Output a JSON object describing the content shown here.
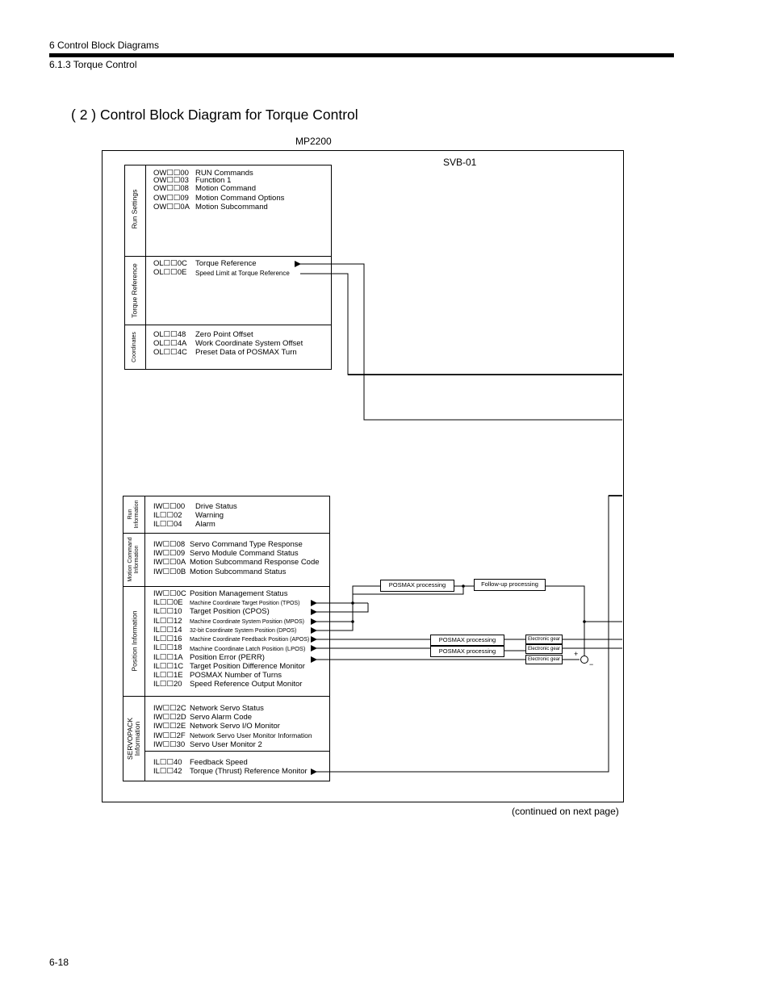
{
  "header": {
    "chapter": "6 Control Block Diagrams",
    "section": "6.1.3 Torque Control"
  },
  "title": "( 2 )   Control Block Diagram for Torque Control",
  "diagram": {
    "mp_label": "MP2200",
    "svb_label": "SVB-01",
    "output_groups": [
      {
        "label": "Run Settings",
        "rows": [
          {
            "reg": "OW☐☐00",
            "desc": "RUN Commands"
          },
          {
            "reg": "OW☐☐03",
            "desc": "Function 1"
          },
          {
            "reg": "OW☐☐08",
            "desc": "Motion Command"
          },
          {
            "reg": "OW☐☐09",
            "desc": "Motion Command Options"
          },
          {
            "reg": "OW☐☐0A",
            "desc": "Motion Subcommand"
          }
        ]
      },
      {
        "label": "Torque Reference",
        "rows": [
          {
            "reg": "OL☐☐0C",
            "desc": "Torque Reference"
          },
          {
            "reg": "OL☐☐0E",
            "desc": "Speed Limit at Torque Reference"
          }
        ]
      },
      {
        "label": "Coordinates",
        "rows": [
          {
            "reg": "OL☐☐48",
            "desc": "Zero Point Offset"
          },
          {
            "reg": "OL☐☐4A",
            "desc": "Work Coordinate System Offset"
          },
          {
            "reg": "OL☐☐4C",
            "desc": "Preset Data of POSMAX Turn"
          }
        ]
      }
    ],
    "input_groups": [
      {
        "label": "Run Information",
        "rows": [
          {
            "reg": "IW☐☐00",
            "desc": "Drive Status"
          },
          {
            "reg": "IL☐☐02",
            "desc": "Warning"
          },
          {
            "reg": "IL☐☐04",
            "desc": "Alarm"
          }
        ]
      },
      {
        "label": "Motion Command Information",
        "rows": [
          {
            "reg": "IW☐☐08",
            "desc": "Servo Command Type Response"
          },
          {
            "reg": "IW☐☐09",
            "desc": "Servo Module Command Status"
          },
          {
            "reg": "IW☐☐0A",
            "desc": "Motion Subcommand Response Code"
          },
          {
            "reg": "IW☐☐0B",
            "desc": "Motion Subcommand Status"
          }
        ]
      },
      {
        "label": "Position Information",
        "rows": [
          {
            "reg": "IW☐☐0C",
            "desc": "Position Management Status"
          },
          {
            "reg": "IL☐☐0E",
            "desc": "Machine Coordinate Target Position (TPOS)"
          },
          {
            "reg": "IL☐☐10",
            "desc": "Target Position (CPOS)"
          },
          {
            "reg": "IL☐☐12",
            "desc": "Machine Coordinate System Position (MPOS)"
          },
          {
            "reg": "IL☐☐14",
            "desc": "32-bit Coordinate System Position (DPOS)"
          },
          {
            "reg": "IL☐☐16",
            "desc": "Machine Coordinate Feedback Position (APOS)"
          },
          {
            "reg": "IL☐☐18",
            "desc": "Machine Coordinate Latch Position (LPOS)"
          },
          {
            "reg": "IL☐☐1A",
            "desc": "Position Error (PERR)"
          },
          {
            "reg": "IL☐☐1C",
            "desc": "Target Position Difference Monitor"
          },
          {
            "reg": "IL☐☐1E",
            "desc": "POSMAX Number of Turns"
          },
          {
            "reg": "IL☐☐20",
            "desc": "Speed Reference Output Monitor"
          }
        ]
      },
      {
        "label": "SERVOPACK Information",
        "rows": [
          {
            "reg": "IW☐☐2C",
            "desc": "Network Servo Status"
          },
          {
            "reg": "IW☐☐2D",
            "desc": "Servo Alarm Code"
          },
          {
            "reg": "IW☐☐2E",
            "desc": "Network Servo I/O Monitor"
          },
          {
            "reg": "IW☐☐2F",
            "desc": "Network Servo User Monitor Information"
          },
          {
            "reg": "IW☐☐30",
            "desc": "Servo User Monitor 2"
          },
          {
            "reg": "IL☐☐40",
            "desc": "Feedback Speed"
          },
          {
            "reg": "IL☐☐42",
            "desc": "Torque (Thrust) Reference Monitor"
          }
        ]
      }
    ],
    "blocks": {
      "posmax_processing": "POSMAX processing",
      "follow_up_processing": "Follow-up processing",
      "electronic_gear": "Electronic gear"
    },
    "summing_signs": {
      "plus": "+",
      "minus": "−"
    }
  },
  "footer": {
    "continued": "(continued on next page)",
    "page_number": "6-18"
  }
}
